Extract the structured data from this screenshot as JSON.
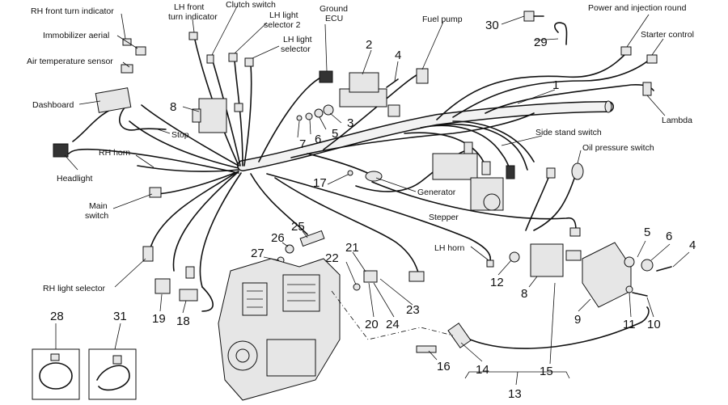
{
  "labels": {
    "rh_front_turn": "RH front turn indicator",
    "lh_front_turn_1": "LH front",
    "lh_front_turn_2": "turn indicator",
    "clutch_switch": "Clutch switch",
    "lh_light_sel2_1": "LH light",
    "lh_light_sel2_2": "selector 2",
    "ground_1": "Ground",
    "ground_2": "ECU",
    "lh_light_sel_1": "LH light",
    "lh_light_sel_2": "selector",
    "immobilizer": "Immobilizer aerial",
    "air_temp": "Air temperature sensor",
    "dashboard": "Dashboard",
    "stop": "Stop",
    "rh_horn": "RH horn",
    "headlight": "Headlight",
    "main_switch_1": "Main",
    "main_switch_2": "switch",
    "rh_light_selector": "RH light selector",
    "fuel_pump": "Fuel pump",
    "power_injection": "Power and injection round",
    "starter_control": "Starter control",
    "lambda": "Lambda",
    "side_stand": "Side stand switch",
    "oil_pressure": "Oil pressure switch",
    "generator": "Generator",
    "stepper": "Stepper",
    "lh_horn": "LH horn"
  },
  "numbers": {
    "n1": "1",
    "n2": "2",
    "n3": "3",
    "n4a": "4",
    "n4b": "4",
    "n5a": "5",
    "n5b": "5",
    "n6a": "6",
    "n6b": "6",
    "n7": "7",
    "n8a": "8",
    "n8b": "8",
    "n9": "9",
    "n10": "10",
    "n11": "11",
    "n12": "12",
    "n13": "13",
    "n14": "14",
    "n15": "15",
    "n16": "16",
    "n17": "17",
    "n18": "18",
    "n19": "19",
    "n20": "20",
    "n21": "21",
    "n22": "22",
    "n23": "23",
    "n24": "24",
    "n25": "25",
    "n26": "26",
    "n27": "27",
    "n28": "28",
    "n29": "29",
    "n30": "30",
    "n31": "31"
  }
}
